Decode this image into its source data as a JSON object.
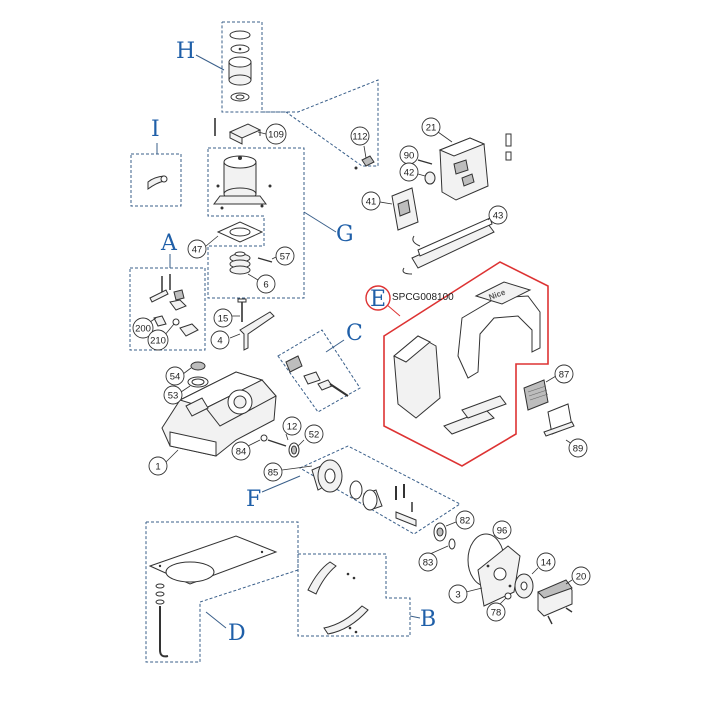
{
  "diagram": {
    "groups": {
      "A": "A",
      "B": "B",
      "C": "C",
      "D": "D",
      "E": "E",
      "F": "F",
      "G": "G",
      "H": "H",
      "I": "I"
    },
    "highlighted_code": "SPCG008100",
    "part_numbers": {
      "p1": "1",
      "p3": "3",
      "p4": "4",
      "p6": "6",
      "p12": "12",
      "p14": "14",
      "p15": "15",
      "p20": "20",
      "p21": "21",
      "p41": "41",
      "p42": "42",
      "p43": "43",
      "p47": "47",
      "p52": "52",
      "p53": "53",
      "p54": "54",
      "p57": "57",
      "p78": "78",
      "p82": "82",
      "p83": "83",
      "p84": "84",
      "p85": "85",
      "p87": "87",
      "p89": "89",
      "p90": "90",
      "p96": "96",
      "p109": "109",
      "p112": "112",
      "p200": "200",
      "p210": "210"
    },
    "colors": {
      "group_letter": "#1f5fa8",
      "highlight": "#dd3333"
    }
  }
}
